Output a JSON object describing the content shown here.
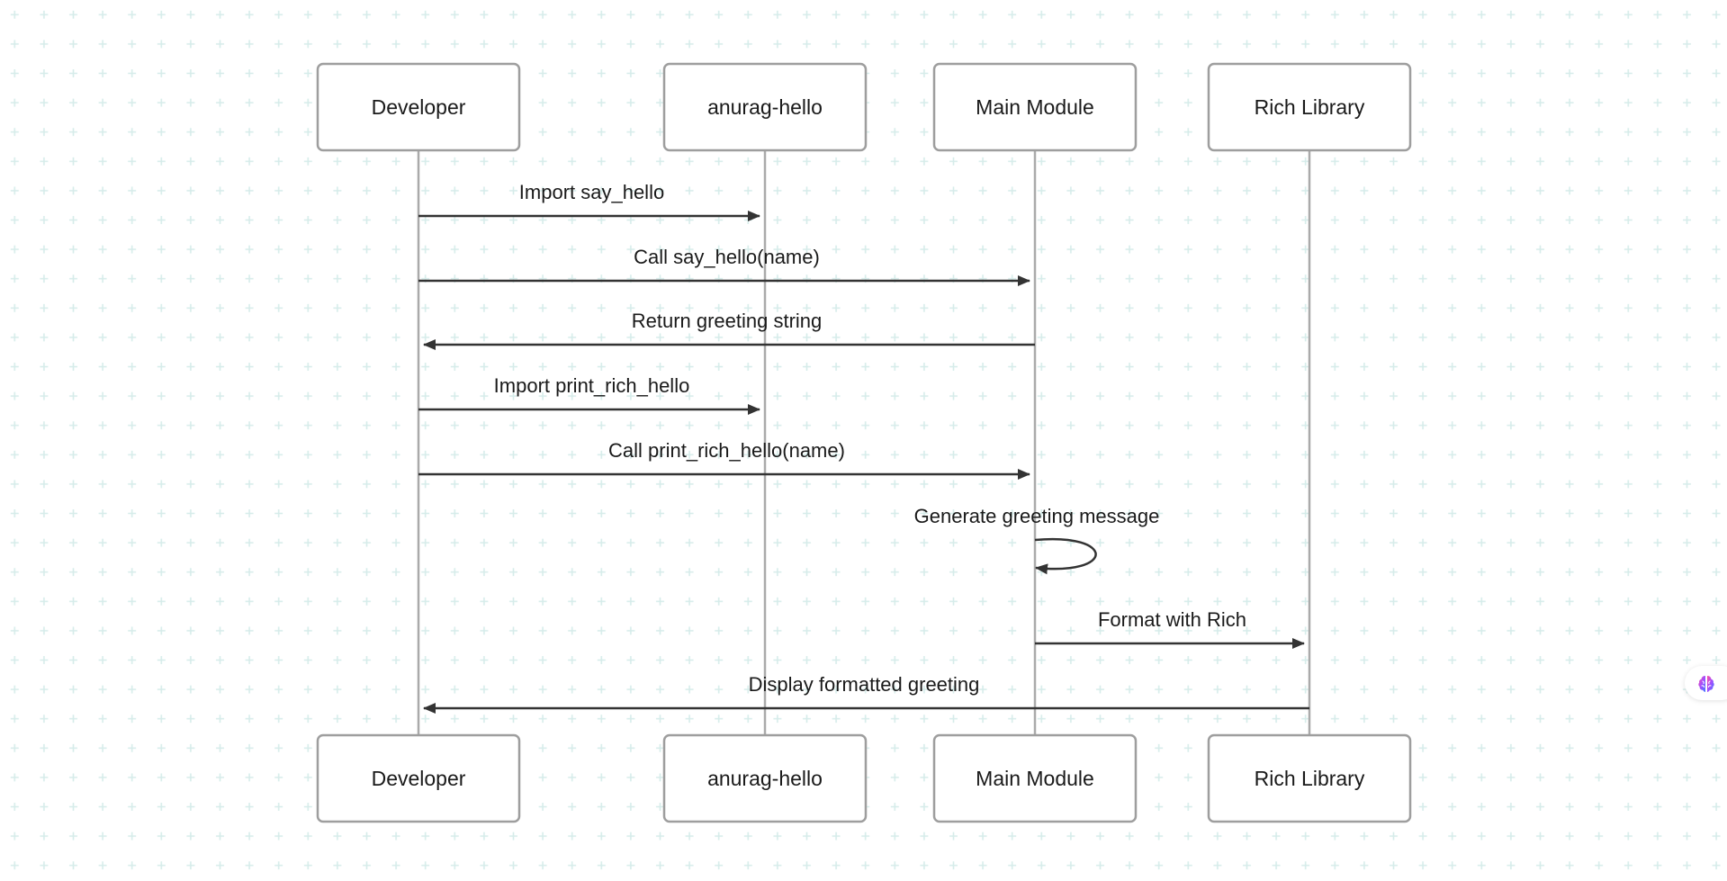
{
  "participants": [
    {
      "id": "dev",
      "label": "Developer"
    },
    {
      "id": "pkg",
      "label": "anurag-hello"
    },
    {
      "id": "main",
      "label": "Main Module"
    },
    {
      "id": "rich",
      "label": "Rich Library"
    }
  ],
  "messages": [
    {
      "from": "dev",
      "to": "pkg",
      "label": "Import say_hello"
    },
    {
      "from": "dev",
      "to": "main",
      "label": "Call say_hello(name)"
    },
    {
      "from": "main",
      "to": "dev",
      "label": "Return greeting string"
    },
    {
      "from": "dev",
      "to": "pkg",
      "label": "Import print_rich_hello"
    },
    {
      "from": "dev",
      "to": "main",
      "label": "Call print_rich_hello(name)"
    },
    {
      "from": "main",
      "to": "main",
      "label": "Generate greeting message"
    },
    {
      "from": "main",
      "to": "rich",
      "label": "Format with Rich"
    },
    {
      "from": "rich",
      "to": "dev",
      "label": "Display formatted greeting"
    }
  ],
  "colors": {
    "background": "#ffffff",
    "grid_plus": "#d6ecea",
    "box_border": "#9e9e9e",
    "lifeline": "#aaaaaa",
    "arrow": "#333333",
    "text": "#1a1a1a"
  },
  "floating_button": {
    "icon": "brain-icon"
  }
}
